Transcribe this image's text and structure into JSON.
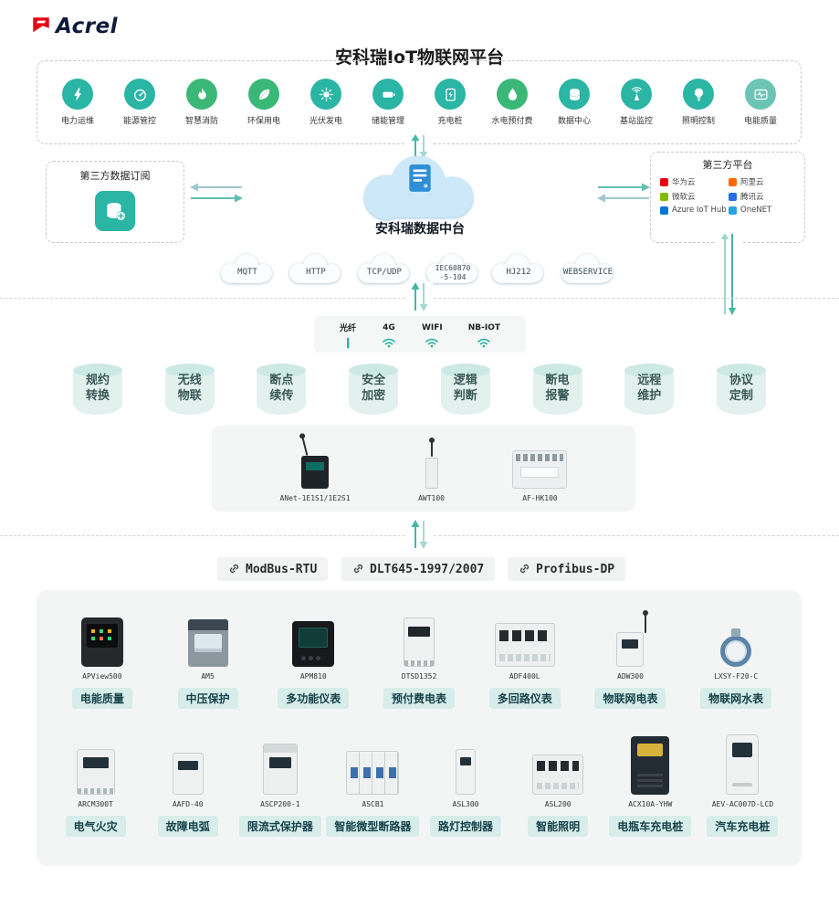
{
  "brand": {
    "name": "Acrel"
  },
  "header": {
    "title": "安科瑞IoT物联网平台"
  },
  "applications": {
    "items": [
      {
        "label": "电力运维",
        "color": "#2ab5a5"
      },
      {
        "label": "能源管控",
        "color": "#2ab5a5"
      },
      {
        "label": "智慧消防",
        "color": "#3bb878"
      },
      {
        "label": "环保用电",
        "color": "#3bb878"
      },
      {
        "label": "光伏发电",
        "color": "#2ab5a5"
      },
      {
        "label": "储能管理",
        "color": "#2ab5a5"
      },
      {
        "label": "充电桩",
        "color": "#2ab5a5"
      },
      {
        "label": "水电预付费",
        "color": "#3bb878"
      },
      {
        "label": "数据中心",
        "color": "#2ab5a5"
      },
      {
        "label": "基站监控",
        "color": "#2ab5a5"
      },
      {
        "label": "照明控制",
        "color": "#2ab5a5"
      },
      {
        "label": "电能质量",
        "color": "#6cc5b4"
      }
    ]
  },
  "data_subscription": {
    "title": "第三方数据订阅"
  },
  "data_hub": {
    "label": "安科瑞数据中台"
  },
  "third_party": {
    "title": "第三方平台",
    "platforms": [
      {
        "name": "华为云",
        "color": "#e60012"
      },
      {
        "name": "阿里云",
        "color": "#ff6a00"
      },
      {
        "name": "微软云",
        "color": "#7fba00"
      },
      {
        "name": "腾讯云",
        "color": "#2b6de0"
      },
      {
        "name": "Azure IoT Hub",
        "color": "#0078d4"
      },
      {
        "name": "OneNET",
        "color": "#29a3dd"
      }
    ]
  },
  "protocol_clouds": [
    {
      "label": "MQTT"
    },
    {
      "label": "HTTP"
    },
    {
      "label": "TCP/UDP"
    },
    {
      "label": "IEC60870",
      "label2": "-5-104"
    },
    {
      "label": "HJ212"
    },
    {
      "label": "WEBSERVICE"
    }
  ],
  "connectivity": {
    "items": [
      {
        "label": "光纤"
      },
      {
        "label": "4G"
      },
      {
        "label": "WIFI"
      },
      {
        "label": "NB-IOT"
      }
    ]
  },
  "functions": {
    "items": [
      "规约转换",
      "无线物联",
      "断点续传",
      "安全加密",
      "逻辑判断",
      "断电报警",
      "远程维护",
      "协议定制"
    ]
  },
  "gateways": {
    "items": [
      "ANet-1E1S1/1E2S1",
      "AWT100",
      "AF-HK100"
    ]
  },
  "bus_protocols": [
    "ModBus-RTU",
    "DLT645-1997/2007",
    "Profibus-DP"
  ],
  "devices": {
    "row1": [
      {
        "model": "APView500",
        "category": "电能质量"
      },
      {
        "model": "AM5",
        "category": "中压保护"
      },
      {
        "model": "APM810",
        "category": "多功能仪表"
      },
      {
        "model": "DTSD1352",
        "category": "预付费电表"
      },
      {
        "model": "ADF400L",
        "category": "多回路仪表"
      },
      {
        "model": "ADW300",
        "category": "物联网电表"
      },
      {
        "model": "LXSY-F20-C",
        "category": "物联网水表"
      }
    ],
    "row2": [
      {
        "model": "ARCM300T",
        "category": "电气火灾"
      },
      {
        "model": "AAFD-40",
        "category": "故障电弧"
      },
      {
        "model": "ASCP200-1",
        "category": "限流式保护器"
      },
      {
        "model": "ASCB1",
        "category": "智能微型断路器"
      },
      {
        "model": "ASL300",
        "category": "路灯控制器"
      },
      {
        "model": "ASL200",
        "category": "智能照明"
      },
      {
        "model": "ACX10A-YHW",
        "category": "电瓶车充电桩"
      },
      {
        "model": "AEV-AC007D-LCD",
        "category": "汽车充电桩"
      }
    ]
  },
  "colors": {
    "accent": "#2ab5a5",
    "chip_bg": "#d7edea",
    "brand_red": "#e60012"
  }
}
